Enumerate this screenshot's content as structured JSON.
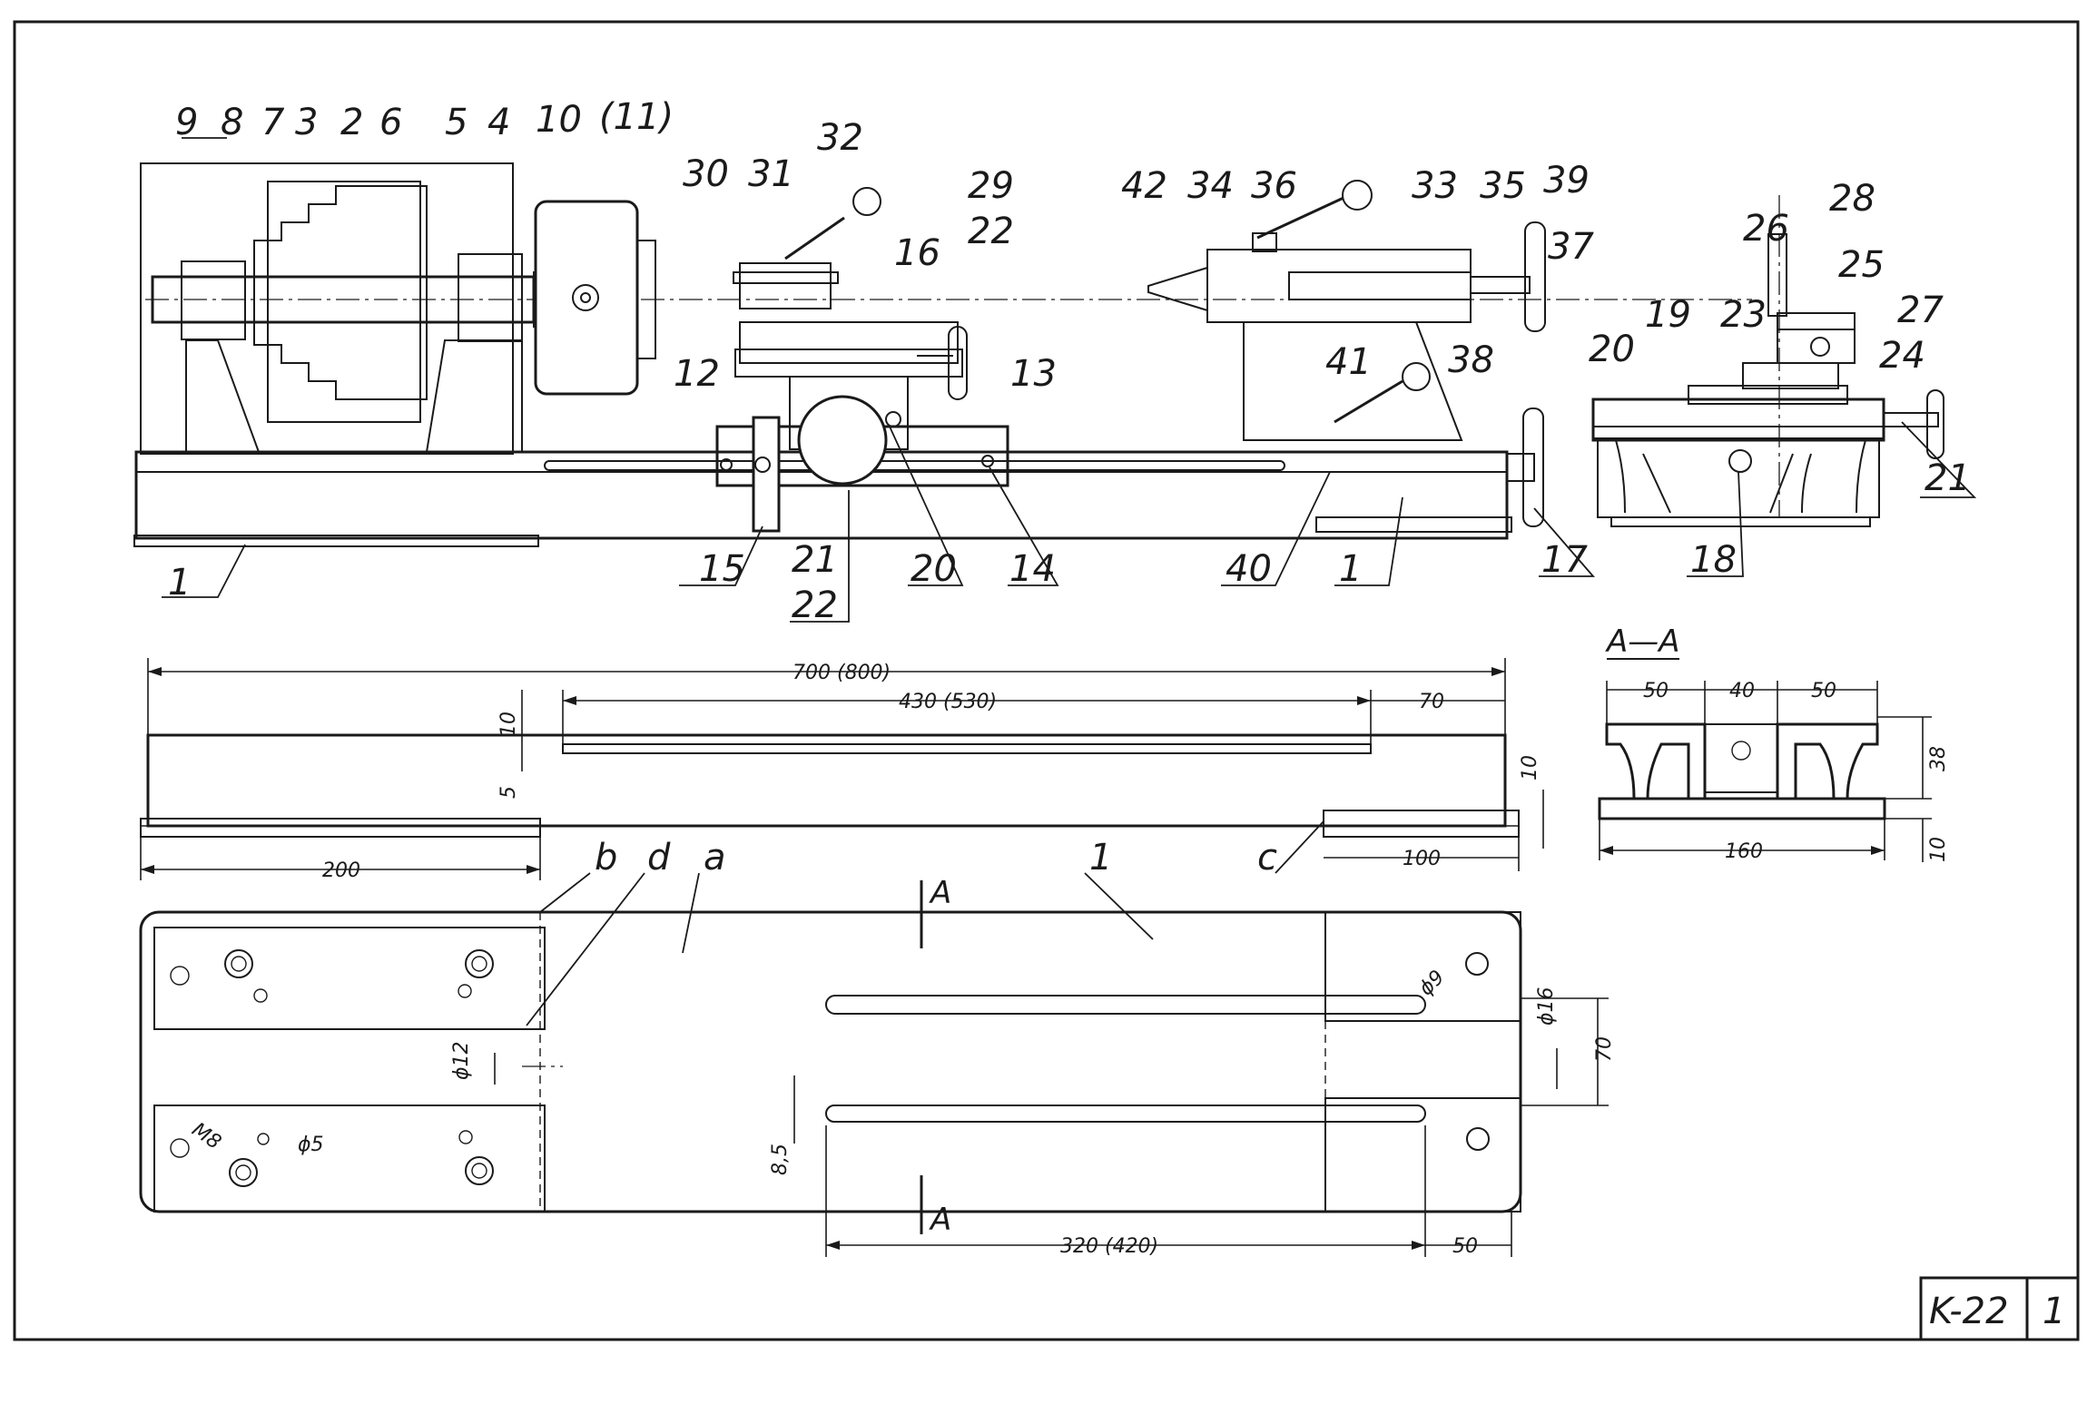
{
  "title_block": {
    "code": "K-22",
    "sheet": "1"
  },
  "section": {
    "name": "A—A",
    "cut_mark": "A"
  },
  "parts_elevation": {
    "top_row": [
      "9",
      "8",
      "7",
      "3",
      "2",
      "6",
      "5",
      "4",
      "10",
      "(11)",
      "30",
      "31",
      "32",
      "29",
      "16",
      "22",
      "42",
      "34",
      "36",
      "33",
      "35",
      "39",
      "37",
      "28",
      "26",
      "25",
      "27",
      "24",
      "23",
      "19",
      "20"
    ],
    "mid_row": [
      "12",
      "13",
      "41",
      "38"
    ],
    "bottom_row": [
      "1",
      "15",
      "21",
      "22",
      "20",
      "14",
      "40",
      "1",
      "17",
      "18",
      "21"
    ]
  },
  "parts_plan": {
    "bed": "1",
    "surfaces": [
      "b",
      "d",
      "a",
      "c"
    ]
  },
  "dimensions": {
    "bed_length": "700 (800)",
    "slot_length": "430 (530)",
    "end_70": "70",
    "slot_height": "10",
    "slot_width": "5",
    "foot_height": "10",
    "left_foot": "200",
    "right_foot": "100",
    "hole_d9": "ϕ9",
    "hole_d16": "ϕ16",
    "hole_d12": "ϕ12",
    "gap_70": "70",
    "slot_8_5": "8,5",
    "plan_slot_length": "320 (420)",
    "plan_end_50": "50",
    "thread_m8": "M8",
    "hole_d5": "ϕ5",
    "sec_50_left": "50",
    "sec_40": "40",
    "sec_50_right": "50",
    "sec_height": "38",
    "sec_width": "160",
    "sec_foot": "10"
  }
}
